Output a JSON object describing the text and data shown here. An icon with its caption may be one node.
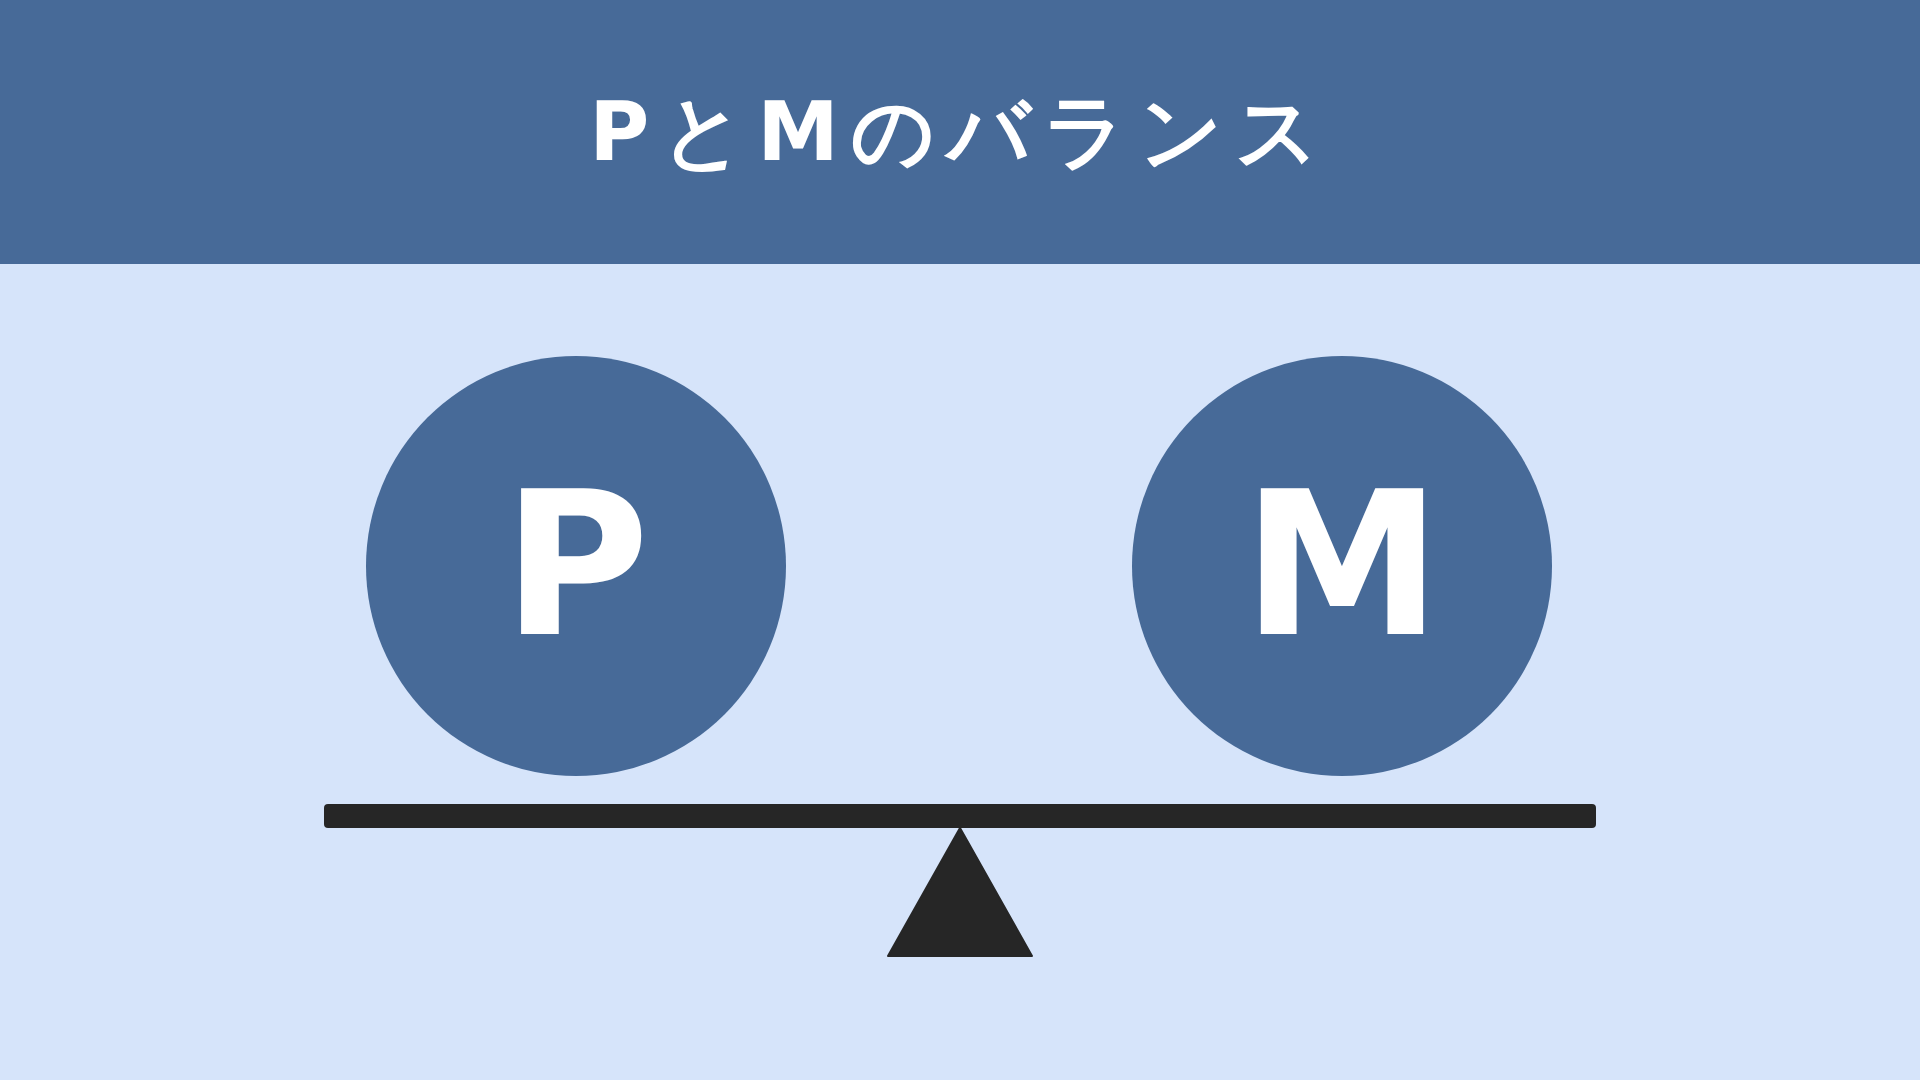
{
  "diagram": {
    "title": "PとMのバランス",
    "nodes": [
      {
        "text": [
          "P"
        ]
      },
      {
        "text": [
          "M"
        ]
      }
    ]
  }
}
